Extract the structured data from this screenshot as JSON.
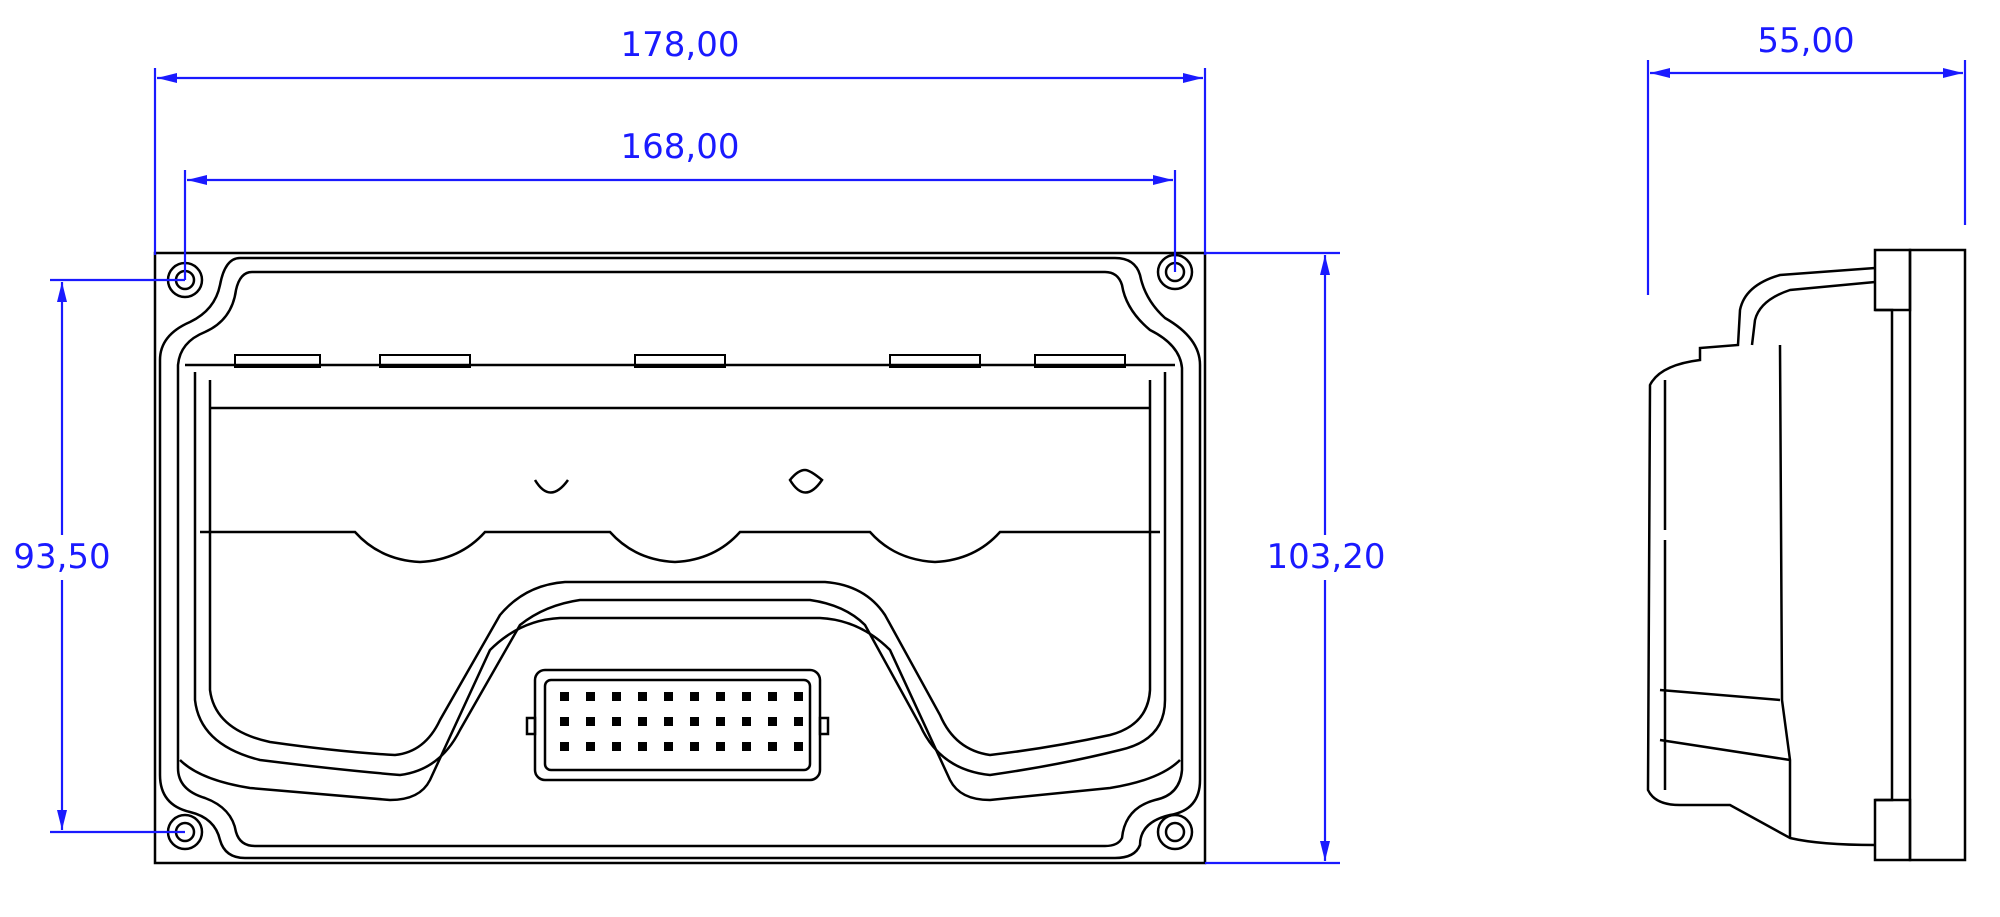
{
  "dimensions": {
    "overall_width": "178,00",
    "hole_spacing_width": "168,00",
    "hole_spacing_height": "93,50",
    "overall_height": "103,20",
    "depth": "55,00"
  },
  "colors": {
    "dimension_line": "#1a1aff",
    "outline": "#000000",
    "background": "#ffffff"
  }
}
